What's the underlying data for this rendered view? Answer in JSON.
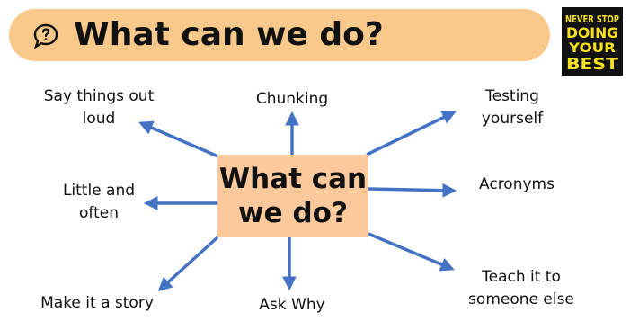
{
  "title": "What can we do?",
  "logo": {
    "line1": "NEVER STOP",
    "line2": "DOING",
    "line3": "YOUR",
    "line4": "BEST"
  },
  "center": {
    "label": "What can\nwe do?"
  },
  "nodes": {
    "say_things_out_loud": "Say things out\nloud",
    "chunking": "Chunking",
    "testing_yourself": "Testing\nyourself",
    "little_and_often": "Little and\noften",
    "acronyms": "Acronyms",
    "make_it_a_story": "Make it a story",
    "ask_why": "Ask Why",
    "teach_it": "Teach it to\nsomeone else"
  },
  "colors": {
    "title_bar": "#f8c98a",
    "center_box": "#fcc99c",
    "arrow": "#4472c4",
    "logo_bg": "#111111",
    "logo_text": "#f7e020"
  }
}
